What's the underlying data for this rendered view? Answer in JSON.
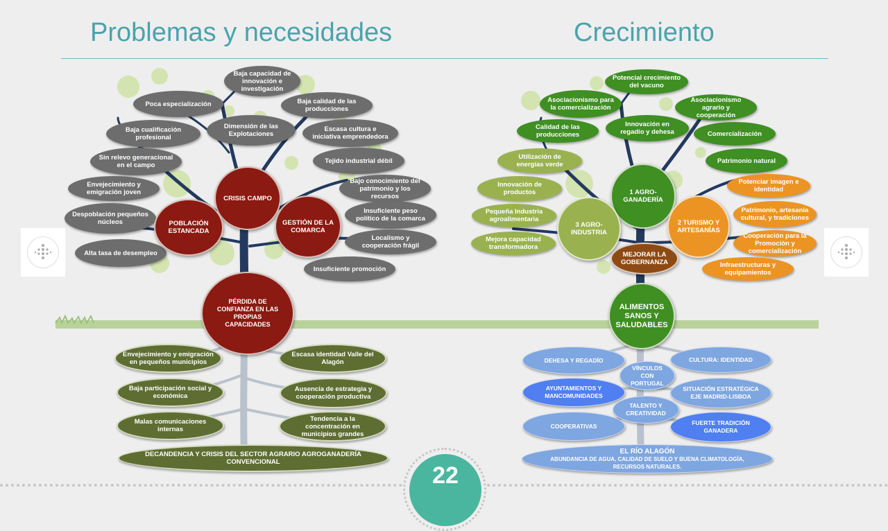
{
  "titles": {
    "left": "Problemas y necesidades",
    "right": "Crecimiento"
  },
  "left_tree": {
    "leaves": [
      "Baja capacidad de innovación e investigación",
      "Poca especialización",
      "Baja calidad de las producciones",
      "Baja cualificación profesional",
      "Dimensión de las Explotaciones",
      "Escasa cultura e iniciativa emprendedora",
      "Sin relevo generacional en el campo",
      "Tejido industrial débil",
      "Envejecimiento y emigración joven",
      "Bajo conocimiento del patrimonio y los recursos",
      "Despoblación pequeños núcleos",
      "Insuficiente peso político de la comarca",
      "Localismo y cooperación frágil",
      "Alta tasa de desempleo",
      "Insuficiente promoción"
    ],
    "branches": [
      "CRISIS CAMPO",
      "POBLACIÓN ESTANCADA",
      "GESTIÓN DE LA COMARCA"
    ],
    "trunk": "PÉRDIDA DE CONFIANZA EN LAS PROPIAS CAPACIDADES",
    "roots": [
      "Envejecimiento y emigración en pequeños municipios",
      "Escasa identidad Valle del Alagón",
      "Baja participación social y económica",
      "Ausencia de estrategia y cooperación productiva",
      "Malas comunicaciones internas",
      "Tendencia a la concentración en municipios grandes"
    ],
    "base": "DECANDENCIA Y CRISIS DEL SECTOR AGRARIO AGROGANADERÍA CONVENCIONAL"
  },
  "right_tree": {
    "leaves": [
      "Potencial crecimiento del vacuno",
      "Asociacionismo para la comercialización",
      "Asociacionismo agrario y cooperación",
      "Calidad de las producciones",
      "Innovación en regadío y dehesa",
      "Comercialización",
      "Utilización de energías verde",
      "Patrimonio natural",
      "Innovación de productos",
      "Potenciar imagen e identidad",
      "Pequeña Industria agroalimentaria",
      "Patrimonio, artesanía cultural, y tradiciones",
      "Mejora capacidad transformadora",
      "Cooperación para la Promoción y comercialización",
      "Infraestructuras y equipamientos"
    ],
    "branches": [
      "1 AGRO-GANADERÍA",
      "2 TURISMO Y ARTESANÍAS",
      "3 AGRO-INDUSTRIA",
      "MEJORAR LA GOBERNANZA"
    ],
    "trunk": "ALIMENTOS SANOS Y SALUDABLES",
    "roots": [
      "DEHESA Y REGADÍO",
      "CULTURA: IDENTIDAD",
      "VÍNCULOS CON PORTUGAL",
      "AYUNTAMIENTOS Y MANCOMUNIDADES",
      "SITUACIÓN ESTRATÉGICA EJE MADRID-LISBOA",
      "TALENTO Y CREATIVIDAD",
      "COOPERATIVAS",
      "FUERTE TRADICIÓN GANADERA"
    ],
    "base_title": "EL RÍO ALAGÓN",
    "base_text": "ABUNDANCIA DE AGUA, CALIDAD DE SUELO Y BUENA CLIMATOLOGÍA, RECURSOS NATURALES."
  },
  "page_number": "22",
  "colors": {
    "title": "#4aa3ad",
    "problem_leaf": "#6d6d6d",
    "problem_branch": "#8b1a12",
    "problem_root": "#5e6d32",
    "growth_green": "#3f8f23",
    "growth_lightgreen": "#99b24f",
    "growth_orange": "#ec9423",
    "growth_brown": "#8e4a14",
    "root_blue": "#7ea6e0",
    "root_strong_blue": "#4f7ff0",
    "page_badge": "#4ab69f"
  },
  "icons": [
    "slide-nav-left-icon",
    "slide-nav-right-icon"
  ]
}
